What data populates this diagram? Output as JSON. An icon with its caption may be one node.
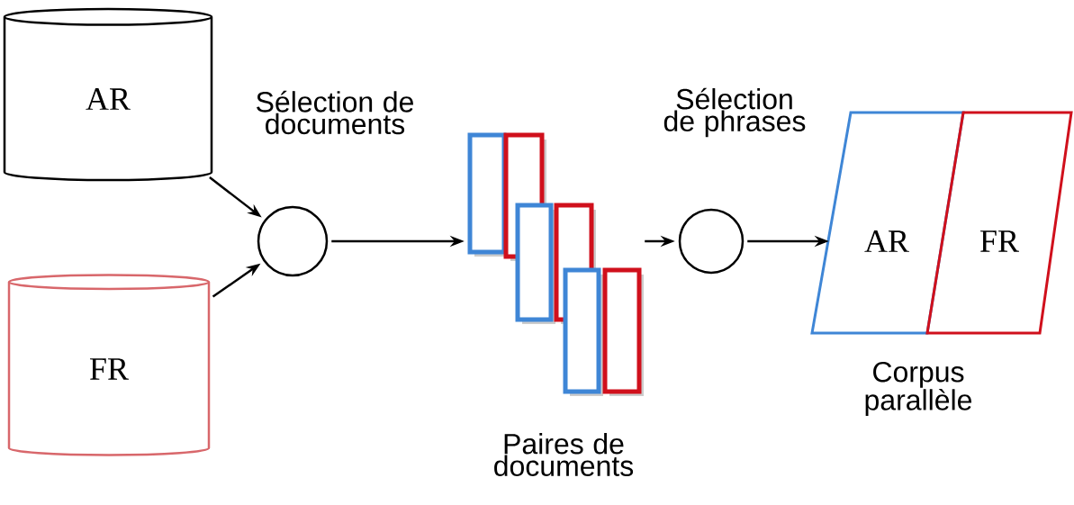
{
  "diagram": {
    "nodes": [
      {
        "text": [
          "AR"
        ]
      },
      {
        "text": [
          "FR"
        ]
      },
      {
        "text": [],
        "shape": "circle",
        "beside": [
          "Sélection de documents"
        ]
      },
      {
        "text": [],
        "shape": "picture",
        "beside": [
          "Paires de documents"
        ]
      },
      {
        "text": [],
        "shape": "circle"
      },
      {
        "text": [
          "AR"
        ]
      },
      {
        "text": [
          "FR"
        ]
      }
    ],
    "edges": [
      {
        "from": 0,
        "to": 2,
        "arrow": "to"
      },
      {
        "from": 1,
        "to": 2,
        "arrow": "to"
      },
      {
        "from": 2,
        "to": 3,
        "arrow": "to"
      },
      {
        "from": 3,
        "to": 4,
        "arrow": "to"
      },
      {
        "from": 4,
        "to": 5,
        "arrow": "to"
      }
    ],
    "labels": [
      "Sélection de phrases",
      "Corpus parallèle"
    ]
  }
}
